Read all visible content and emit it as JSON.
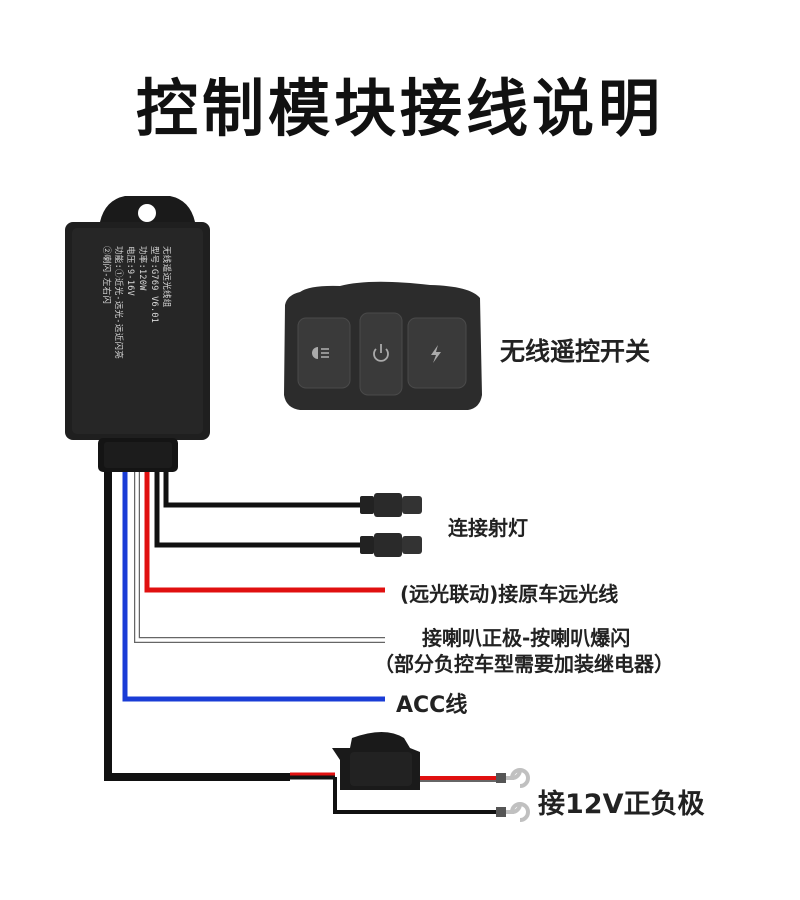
{
  "title": "控制模块接线说明",
  "module": {
    "lines": [
      "无线遥远光线组",
      "型号:G769 V6.01",
      "功率:120W",
      "电压:9-16V",
      "功能:①近光-远光-远近闪亮",
      "②喇闪-左右闪"
    ]
  },
  "remote": {
    "label": "无线遥控开关",
    "buttons": [
      "headlight-icon",
      "power-icon",
      "lightning-icon"
    ]
  },
  "wires": {
    "spotlight": "连接射灯",
    "high_beam": "(远光联动)接原车远光线",
    "horn_line1": "接喇叭正极-按喇叭爆闪",
    "horn_line2": "（部分负控车型需要加装继电器）",
    "acc": "ACC线",
    "power": "接12V正负极"
  },
  "colors": {
    "black_wire": "#111111",
    "red_wire": "#e01010",
    "blue_wire": "#1a3cd6",
    "white_wire": "#ffffff"
  }
}
